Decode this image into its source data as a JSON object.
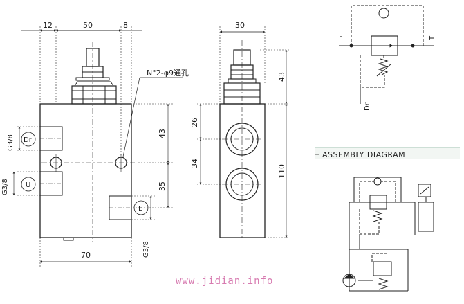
{
  "front_view": {
    "dims_top": [
      "12",
      "50",
      "8"
    ],
    "dim_bottom": "70",
    "dims_right": [
      "43",
      "35"
    ],
    "note_label": "N°2-φ9通孔",
    "ports": [
      "Dr",
      "U",
      "E"
    ],
    "threads": [
      "G3/8",
      "G3/8",
      "G3/8"
    ]
  },
  "side_view": {
    "dim_top": "30",
    "dims_left": [
      "26",
      "34"
    ],
    "dims_right": [
      "43",
      "110"
    ]
  },
  "assembly_header": "ASSEMBLY DIAGRAM",
  "symbol_labels": [
    "P",
    "T",
    "Dr"
  ],
  "watermark": "www.jidian.info"
}
